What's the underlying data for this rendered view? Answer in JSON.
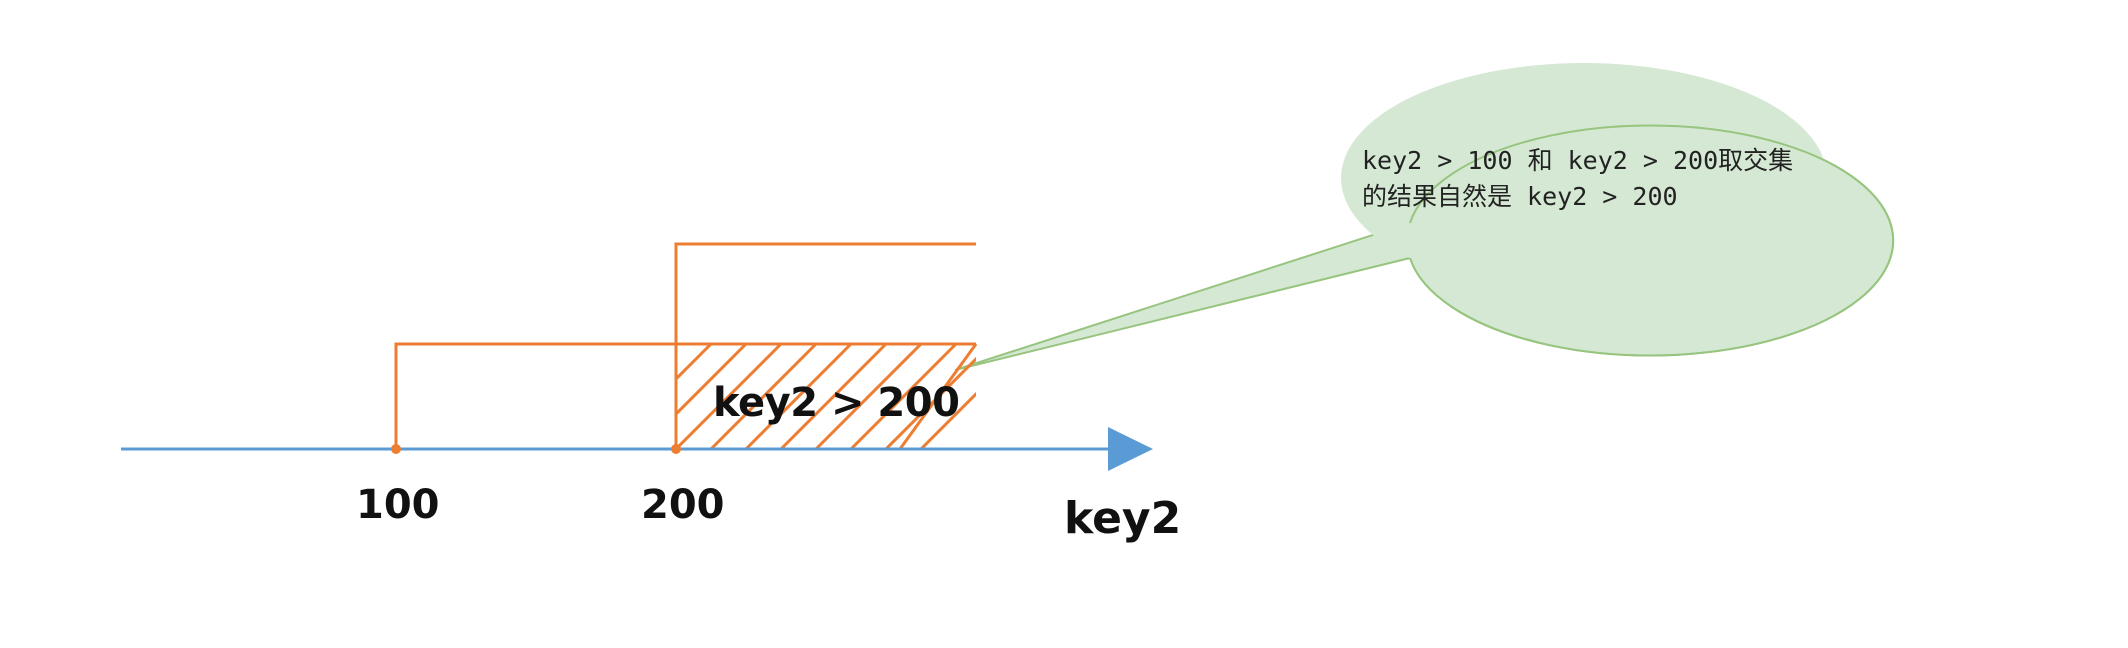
{
  "axis": {
    "label": "key2",
    "ticks": [
      "100",
      "200"
    ],
    "line_color": "#5b9bd5"
  },
  "ranges": {
    "color": "#ed7d31",
    "items": [
      {
        "condition": "key2 > 100",
        "start": 100
      },
      {
        "condition": "key2 > 200",
        "start": 200
      }
    ],
    "intersection_label": "key2 > 200"
  },
  "callout": {
    "line1": "key2 > 100 和 key2 > 200取交集",
    "line2": "的结果自然是 key2 > 200",
    "fill": "#d5e8d4",
    "stroke": "#97c47e"
  }
}
